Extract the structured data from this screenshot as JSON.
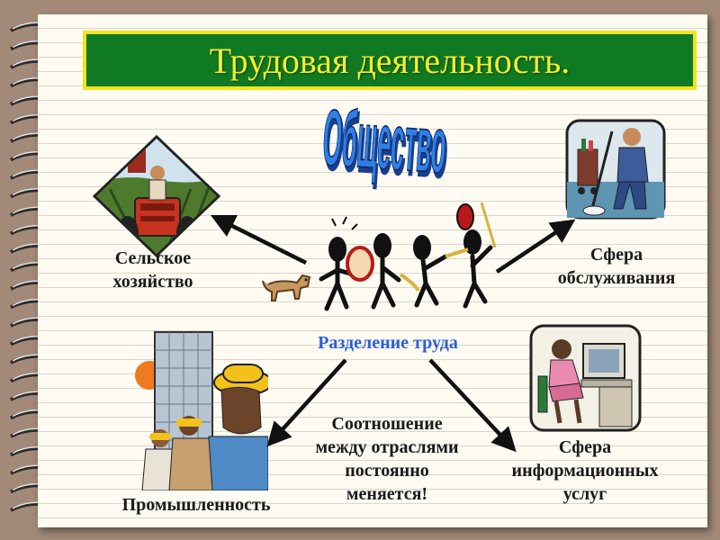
{
  "slide": {
    "title": "Трудовая деятельность.",
    "wordart": "Общество",
    "center_label": "Разделение труда",
    "sectors": {
      "agriculture": [
        "Сельское",
        "хозяйство"
      ],
      "services": [
        "Сфера",
        "обслуживания"
      ],
      "industry": [
        "Промышленность"
      ],
      "information": [
        "Сфера",
        "информационных",
        "услуг"
      ]
    },
    "note": [
      "Соотношение",
      "между отраслями",
      "постоянно",
      "меняется!"
    ]
  },
  "colors": {
    "title_bg": "#107a22",
    "title_border": "#f1e418",
    "title_text": "#f3ee2e",
    "wordart_fill": "#2f7fe6",
    "center_label": "#2c5fd6",
    "arrows": "#111111"
  },
  "icons": [
    "farmer-on-tractor-icon",
    "cleaner-icon",
    "marching-band-icon",
    "dog-icon",
    "construction-workers-icon",
    "office-worker-computer-icon"
  ]
}
